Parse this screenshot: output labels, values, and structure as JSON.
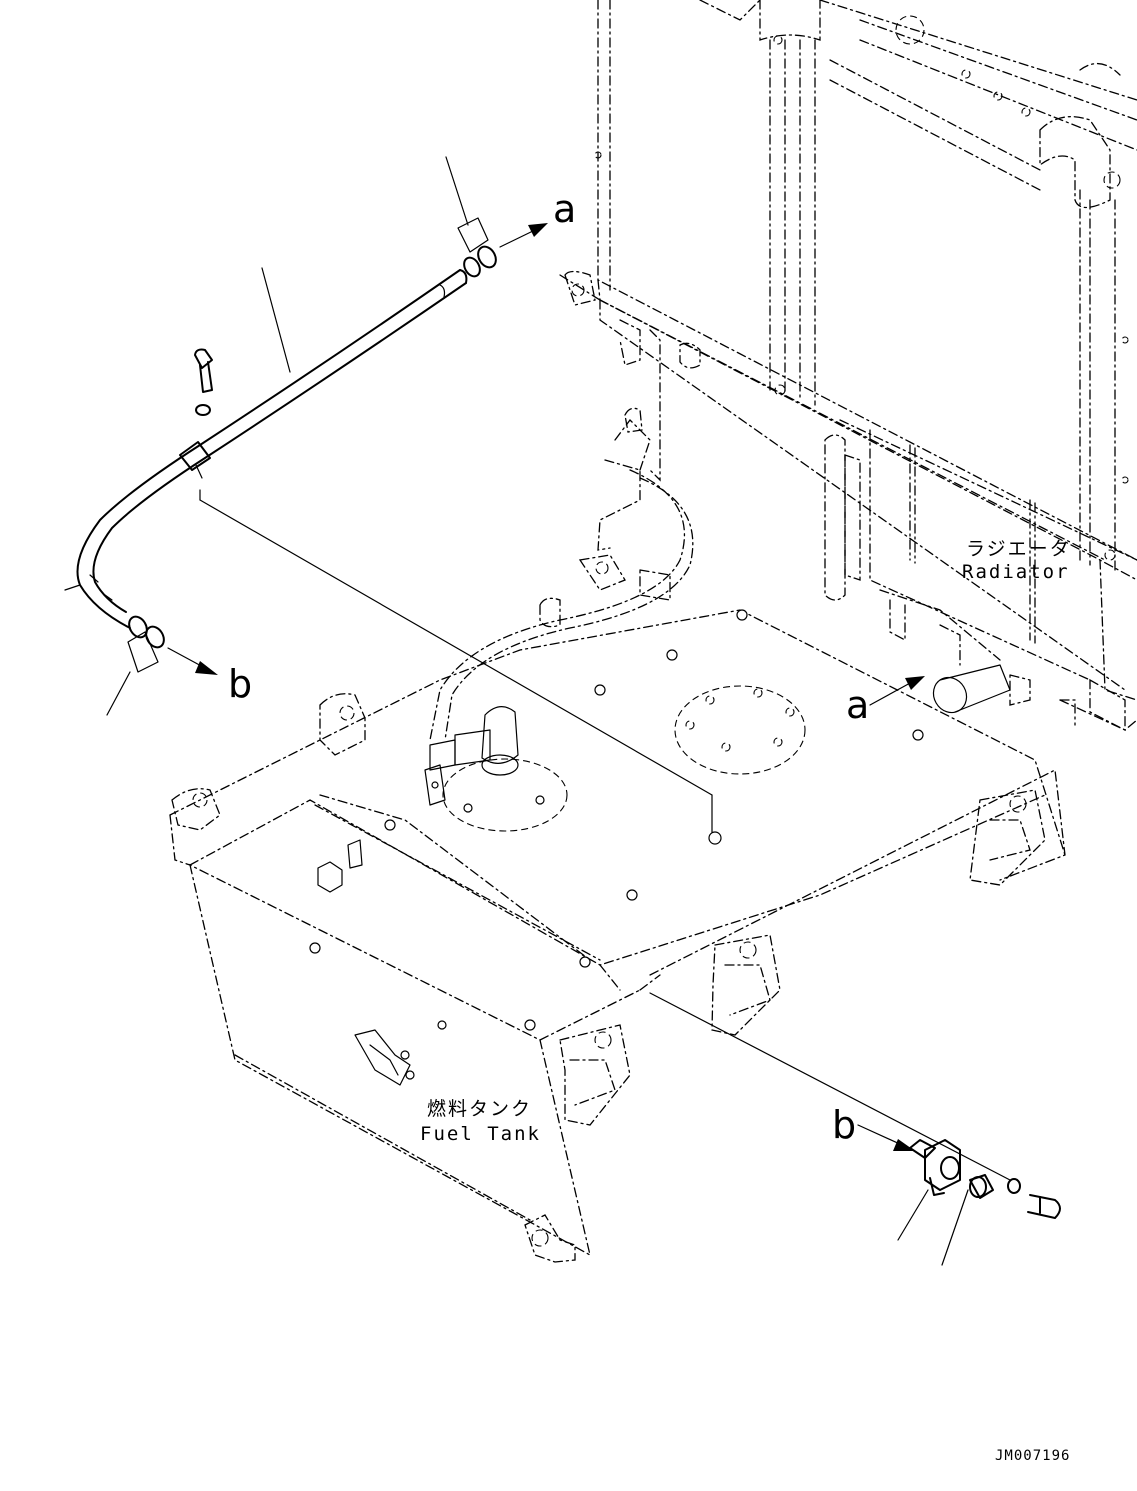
{
  "labels": {
    "arrow_a": "a",
    "arrow_b": "b",
    "radiator_jp": "ラジエータ",
    "radiator_en": "Radiator",
    "fuel_tank_jp": "燃料タンク",
    "fuel_tank_en": "Fuel Tank",
    "drawing_code": "JM007196"
  }
}
